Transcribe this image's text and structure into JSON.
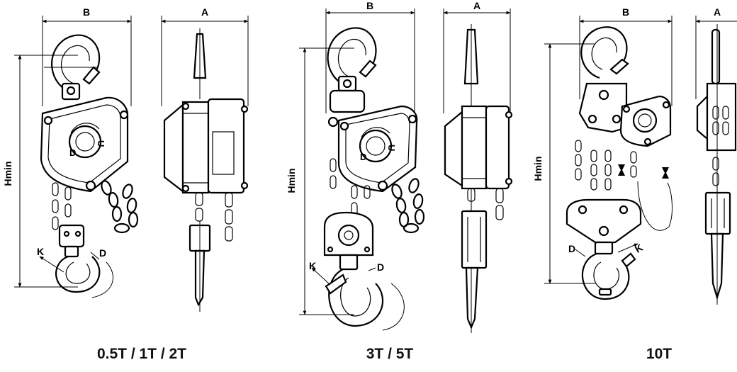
{
  "labels": {
    "width": "B",
    "depth": "A",
    "height": "Hmin",
    "hook_throat": "K",
    "hook_diameter": "D"
  },
  "groups": [
    {
      "caption": "0.5T / 1T / 2T"
    },
    {
      "caption": "3T / 5T"
    },
    {
      "caption": "10T"
    }
  ]
}
